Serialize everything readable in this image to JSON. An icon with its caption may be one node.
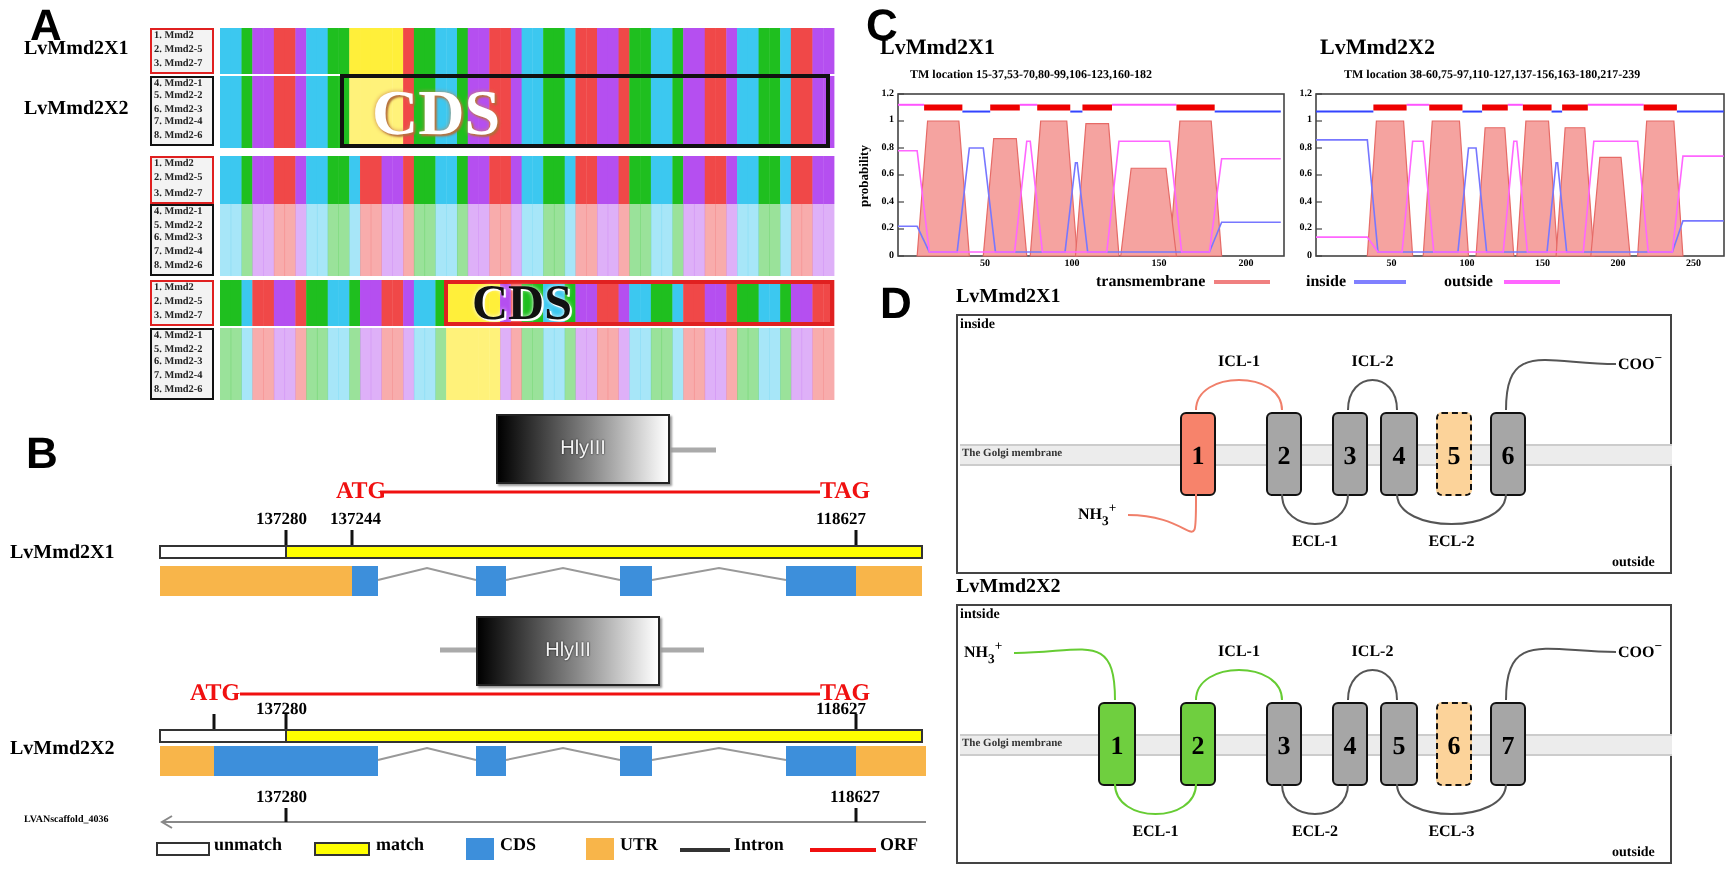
{
  "diagram": {
    "nodes": [
      {
        "text": [
          "1. Mmd2",
          "2. Mmd2-5",
          "3. Mmd2-7"
        ]
      },
      {
        "text": [
          "4. Mmd2-1",
          "5. Mmd2-2",
          "6. Mmd2-3",
          "7. Mmd2-4",
          "8. Mmd2-6"
        ]
      },
      {
        "text": [
          "CDS"
        ]
      },
      {
        "text": [
          "1. Mmd2",
          "2. Mmd2-5",
          "3. Mmd2-7"
        ]
      },
      {
        "text": [
          "4. Mmd2-1",
          "5. Mmd2-2",
          "6. Mmd2-3",
          "7. Mmd2-4",
          "8. Mmd2-6"
        ]
      },
      {
        "text": [
          "1. Mmd2",
          "2. Mmd2-5",
          "3. Mmd2-7"
        ]
      },
      {
        "text": [
          "CDS"
        ]
      },
      {
        "text": [
          "4. Mmd2-1",
          "5. Mmd2-2",
          "6. Mmd2-3",
          "7. Mmd2-4",
          "8. Mmd2-6"
        ]
      },
      {
        "text": [
          "HlyIII"
        ]
      },
      {
        "text": [
          "HlyIII"
        ]
      },
      {
        "text": [
          "LvMmd2X1"
        ]
      },
      {
        "text": [
          "The Golgi membrane"
        ],
        "in": 10
      },
      {
        "text": [
          "NH$_{3}$$^{+}$"
        ],
        "in": 10
      },
      {
        "text": [
          "1"
        ],
        "in": 10
      },
      {
        "text": [
          "2"
        ],
        "in": 10
      },
      {
        "text": [
          "3"
        ],
        "in": 10
      },
      {
        "text": [
          "4"
        ],
        "in": 10
      },
      {
        "text": [
          "5"
        ],
        "in": 10
      },
      {
        "text": [
          "6"
        ],
        "in": 10
      },
      {
        "text": [
          "COO$^{−}$"
        ],
        "in": 10
      },
      {
        "text": [
          "LvMmd2X2"
        ]
      },
      {
        "text": [
          "The Golgi membrane"
        ],
        "in": 20
      },
      {
        "text": [
          "NH$_{3}$$^{+}$"
        ],
        "in": 20
      },
      {
        "text": [
          "1"
        ],
        "in": 20
      },
      {
        "text": [
          "2"
        ],
        "in": 20
      },
      {
        "text": [
          "3"
        ],
        "in": 20
      },
      {
        "text": [
          "4"
        ],
        "in": 20
      },
      {
        "text": [
          "5"
        ],
        "in": 20
      },
      {
        "text": [
          "6"
        ],
        "in": 20
      },
      {
        "text": [
          "7"
        ],
        "in": 20
      },
      {
        "text": [
          "COO$^{−}$"
        ],
        "in": 20
      }
    ],
    "edges": [
      {
        "from": 12,
        "to": 13,
        "arrow": "none",
        "color": "#f07f6a"
      },
      {
        "from": 13,
        "to": 14,
        "arrow": "none",
        "label": "ICL-1",
        "color": "#f07f6a"
      },
      {
        "from": 14,
        "to": 15,
        "arrow": "none",
        "label": "ECL-1"
      },
      {
        "from": 15,
        "to": 16,
        "arrow": "none",
        "label": "ICL-2"
      },
      {
        "from": 16,
        "to": 18,
        "arrow": "none",
        "label": "ECL-2"
      },
      {
        "from": 18,
        "to": 19,
        "arrow": "none"
      },
      {
        "from": 22,
        "to": 23,
        "arrow": "none",
        "color": "#66cc33"
      },
      {
        "from": 23,
        "to": 24,
        "arrow": "none",
        "label": "ECL-1",
        "color": "#66cc33"
      },
      {
        "from": 24,
        "to": 25,
        "arrow": "none",
        "label": "ICL-1",
        "color": "#66cc33"
      },
      {
        "from": 25,
        "to": 26,
        "arrow": "none",
        "label": "ECL-2"
      },
      {
        "from": 26,
        "to": 27,
        "arrow": "none",
        "label": "ICL-2"
      },
      {
        "from": 27,
        "to": 29,
        "arrow": "none",
        "label": "ECL-3"
      },
      {
        "from": 29,
        "to": 30,
        "arrow": "none"
      }
    ],
    "labels": [
      "A",
      "LvMmd2X1",
      "LvMmd2X2",
      "B",
      "ATG",
      "TAG",
      "137280",
      "137244",
      "118627",
      "LvMmd2X1",
      "ATG",
      "TAG",
      "137280",
      "118627",
      "LvMmd2X2",
      "137280",
      "118627",
      "LVANscaffold_4036",
      "C",
      "LvMmd2X1",
      "TM location 15-37,53-70,80-99,106-123,160-182",
      "LvMmd2X2",
      "TM location 38-60,75-97,110-127,137-156,163-180,217-239",
      "probability",
      "0",
      "0.2",
      "0.4",
      "0.6",
      "0.8",
      "1",
      "1.2",
      "50",
      "100",
      "150",
      "200",
      "0",
      "0.2",
      "0.4",
      "0.6",
      "0.8",
      "1",
      "1.2",
      "50",
      "100",
      "150",
      "200",
      "250",
      "D",
      "inside",
      "outside",
      "intside",
      "outside"
    ],
    "legend": [
      {
        "text": "unmatch",
        "color": "#ffffff"
      },
      {
        "text": "match",
        "color": "#ffff00"
      },
      {
        "text": "CDS",
        "color": "#3d8fdb"
      },
      {
        "text": "UTR",
        "color": "#f8b54a"
      },
      {
        "text": "Intron"
      },
      {
        "text": "ORF"
      },
      {
        "text": "transmembrane"
      },
      {
        "text": "inside"
      },
      {
        "text": "outside"
      }
    ]
  }
}
